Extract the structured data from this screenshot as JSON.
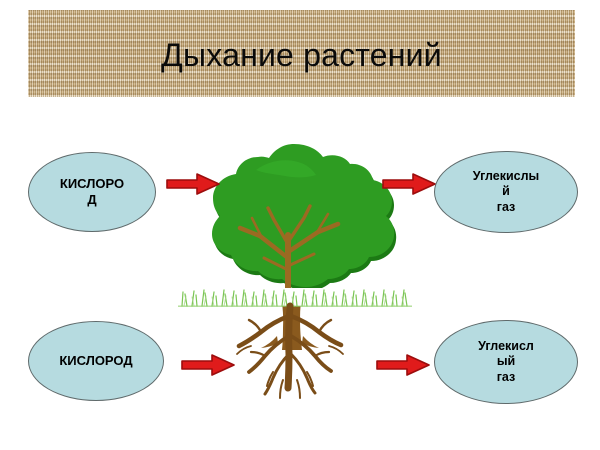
{
  "title": "Дыхание растений",
  "banner": {
    "texture": "woven-burlap",
    "background_color": "#c8ac7c"
  },
  "diagram": {
    "type": "process-flow",
    "subject": "plant-respiration",
    "nodes": [
      {
        "id": "o2-top",
        "label": "КИСЛОРО\nД",
        "plain": "КИСЛОРОД",
        "fill": "#b6dbe0",
        "border": "#5f6a6b",
        "position": "top-left"
      },
      {
        "id": "co2-top",
        "label": "Углекислы\nй\nгаз",
        "plain": "Углекислый газ",
        "fill": "#b6dbe0",
        "border": "#5f6a6b",
        "position": "top-right"
      },
      {
        "id": "o2-bot",
        "label": "КИСЛОРОД",
        "plain": "КИСЛОРОД",
        "fill": "#b6dbe0",
        "border": "#5f6a6b",
        "position": "bottom-left"
      },
      {
        "id": "co2-bot",
        "label": "Углекисл\nый\nгаз",
        "plain": "Углекислый газ",
        "fill": "#b6dbe0",
        "border": "#5f6a6b",
        "position": "bottom-right"
      }
    ],
    "arrows": [
      {
        "id": "o2-leaf",
        "direction": "right",
        "color": "#e01b1b",
        "outline": "#9c0d0d",
        "from": "o2-top",
        "to": "tree-crown"
      },
      {
        "id": "leaf-co2",
        "direction": "right",
        "color": "#e01b1b",
        "outline": "#9c0d0d",
        "from": "tree-crown",
        "to": "co2-top"
      },
      {
        "id": "o2-root",
        "direction": "right",
        "color": "#e01b1b",
        "outline": "#9c0d0d",
        "from": "o2-bot",
        "to": "tree-roots"
      },
      {
        "id": "root-co2",
        "direction": "right",
        "color": "#e01b1b",
        "outline": "#9c0d0d",
        "from": "tree-roots",
        "to": "co2-bot"
      }
    ],
    "illustration": {
      "name": "tree-with-roots",
      "crown_color": "#2e9c22",
      "crown_shadow": "#1c7a14",
      "trunk_color": "#8a5a1e",
      "root_color": "#7a4d18",
      "grass_color": "#74c24a"
    }
  }
}
